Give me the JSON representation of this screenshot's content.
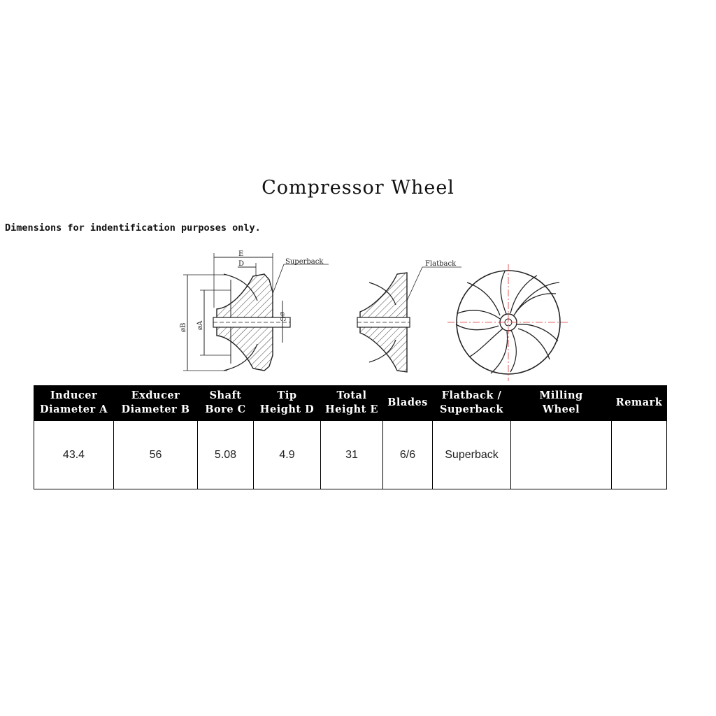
{
  "title": "Compressor Wheel",
  "note": "Dimensions for indentification purposes only.",
  "drawing": {
    "labels": {
      "e": "E",
      "d": "D",
      "superback": "Superback",
      "flatback": "Flatback",
      "dia_b": "øB",
      "dia_a": "øA",
      "dia_c": "øC"
    }
  },
  "table": {
    "headers": [
      "Inducer\nDiameter A",
      "Exducer\nDiameter B",
      "Shaft\nBore  C",
      "Tip\nHeight D",
      "Total\nHeight E",
      "Blades",
      "Flatback /\nSuperback",
      "Milling\nWheel",
      "Remark"
    ],
    "row": [
      "43.4",
      "56",
      "5.08",
      "4.9",
      "31",
      "6/6",
      "Superback",
      "",
      ""
    ]
  }
}
